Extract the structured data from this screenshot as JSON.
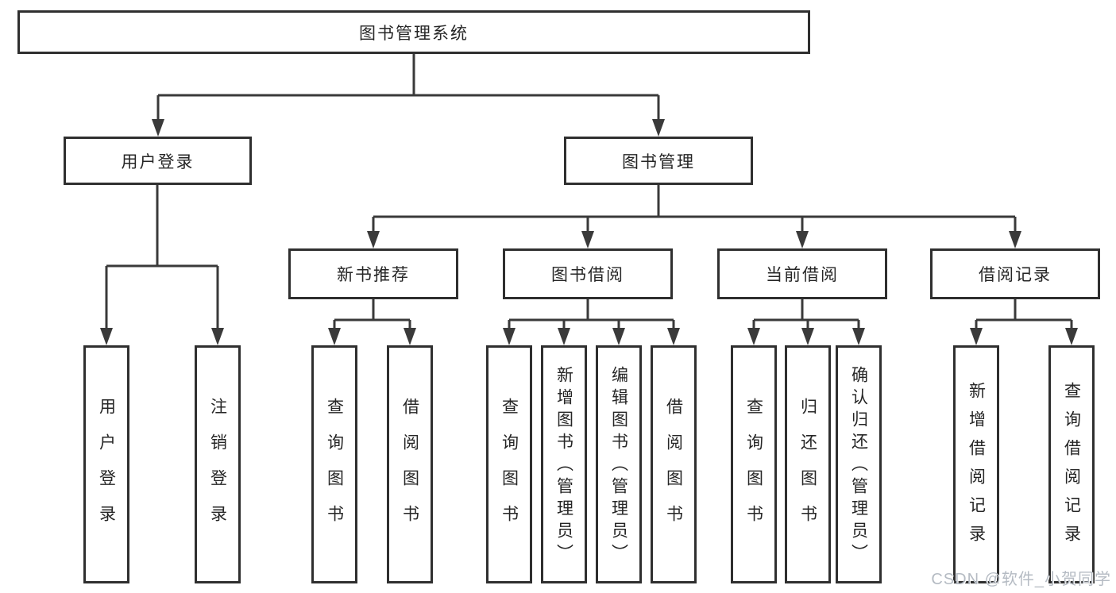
{
  "tree": {
    "label": "图书管理系统",
    "children": [
      {
        "label": "用户登录",
        "children": [
          {
            "label": "用户登录"
          },
          {
            "label": "注销登录"
          }
        ]
      },
      {
        "label": "图书管理",
        "children": [
          {
            "label": "新书推荐",
            "children": [
              {
                "label": "查询图书"
              },
              {
                "label": "借阅图书"
              }
            ]
          },
          {
            "label": "图书借阅",
            "children": [
              {
                "label": "查询图书"
              },
              {
                "label": "新增图书（管理员）"
              },
              {
                "label": "编辑图书（管理员）"
              },
              {
                "label": "借阅图书"
              }
            ]
          },
          {
            "label": "当前借阅",
            "children": [
              {
                "label": "查询图书"
              },
              {
                "label": "归还图书"
              },
              {
                "label": "确认归还（管理员）"
              }
            ]
          },
          {
            "label": "借阅记录",
            "children": [
              {
                "label": "新增借阅记录"
              },
              {
                "label": "查询借阅记录"
              }
            ]
          }
        ]
      }
    ]
  },
  "watermark": {
    "text": "CSDN @软件_小贺同学"
  },
  "colors": {
    "line": "#3a3a3a",
    "box_border": "#2f2f2f",
    "text": "#262626",
    "watermark": "#b5bbc3",
    "background": "#ffffff"
  }
}
